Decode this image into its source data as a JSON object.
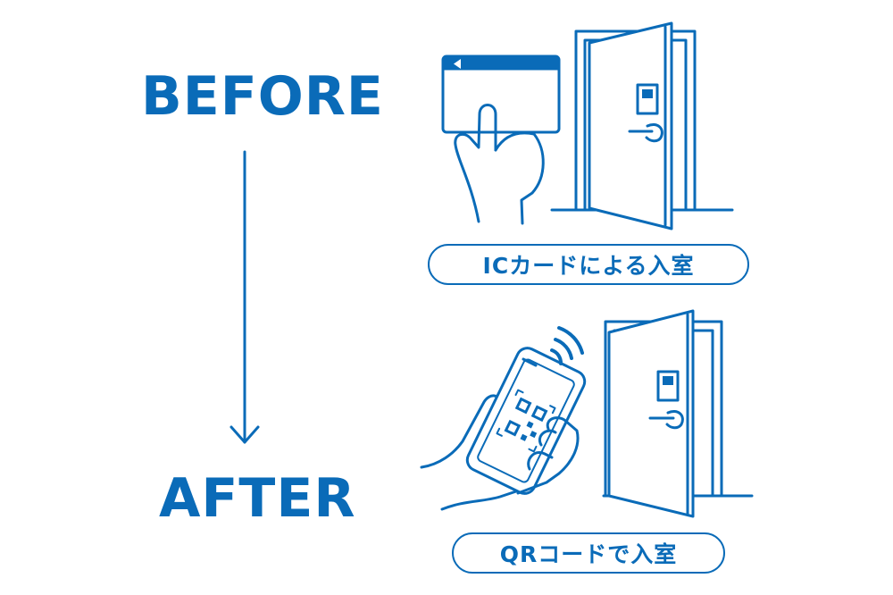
{
  "labels": {
    "before": "BEFORE",
    "after": "AFTER"
  },
  "captions": {
    "ic_card": "ICカードによる入室",
    "qr_code": "QRコードで入室"
  },
  "icons": {
    "transition": "arrow-down-icon",
    "before_door": "door-icon",
    "before_card": "ic-card-icon",
    "before_hand": "hand-icon",
    "after_door": "door-icon",
    "after_phone": "smartphone-icon",
    "after_qr": "qr-code-icon",
    "after_wireless": "wireless-signal-icon"
  },
  "colors": {
    "accent": "#0a6bb8",
    "background": "#ffffff"
  }
}
